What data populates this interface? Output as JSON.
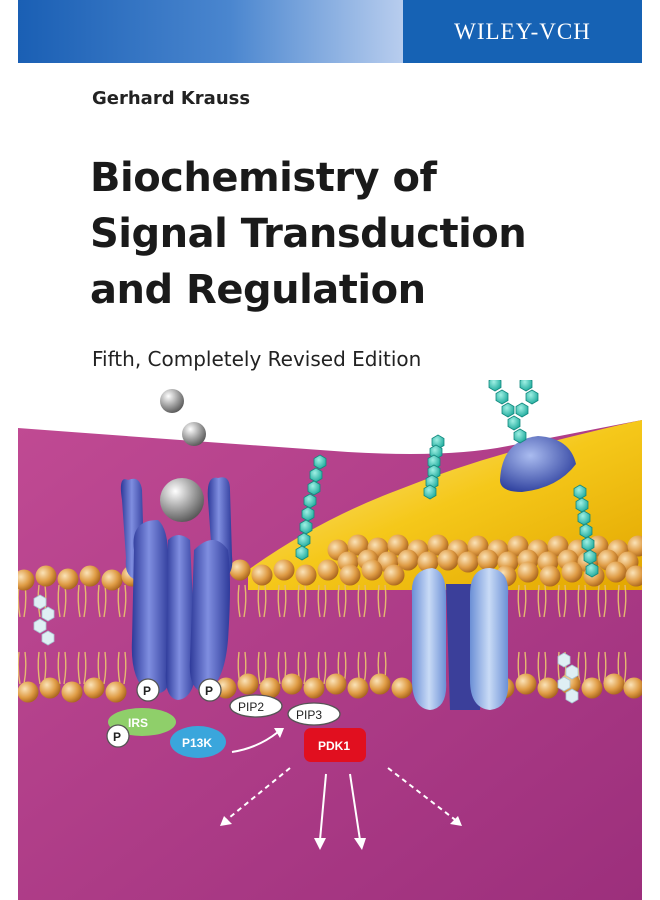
{
  "publisher": "WILEY-VCH",
  "author": "Gerhard Krauss",
  "title_lines": [
    "Biochemistry of",
    "Signal Transduction",
    "and Regulation"
  ],
  "edition": "Fifth, Completely Revised Edition",
  "diagram_labels": {
    "p_left": "P",
    "p_right": "P",
    "p_bottom": "P",
    "irs": "IRS",
    "pi3k": "P13K",
    "pip2": "PIP2",
    "pip3": "PIP3",
    "pdk1": "PDK1"
  },
  "colors": {
    "band": "#1662b4",
    "background_magenta": "#b23e8a",
    "membrane_head": "#d99a3a",
    "cell_yellow": "#f1c10f",
    "receptor_blue": "#4a56b8",
    "pdk1_red": "#e10f1f",
    "pi3k_blue": "#3aa6dc",
    "irs_green": "#8fcf6a"
  }
}
